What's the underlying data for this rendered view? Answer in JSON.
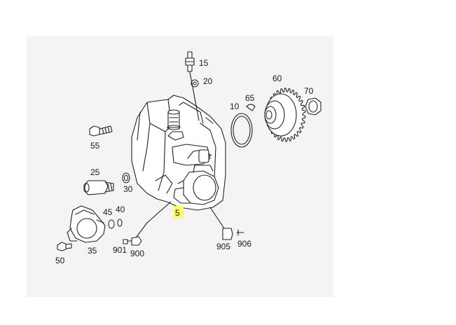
{
  "diagram": {
    "highlight_color": "#ffff66",
    "line_color": "#222222",
    "labels": {
      "p5": "5",
      "p10": "10",
      "p15": "15",
      "p20": "20",
      "p25": "25",
      "p30": "30",
      "p35": "35",
      "p40": "40",
      "p45": "45",
      "p50": "50",
      "p55": "55",
      "p60": "60",
      "p65": "65",
      "p70": "70",
      "p900": "900",
      "p901": "901",
      "p905": "905",
      "p906": "906"
    }
  }
}
